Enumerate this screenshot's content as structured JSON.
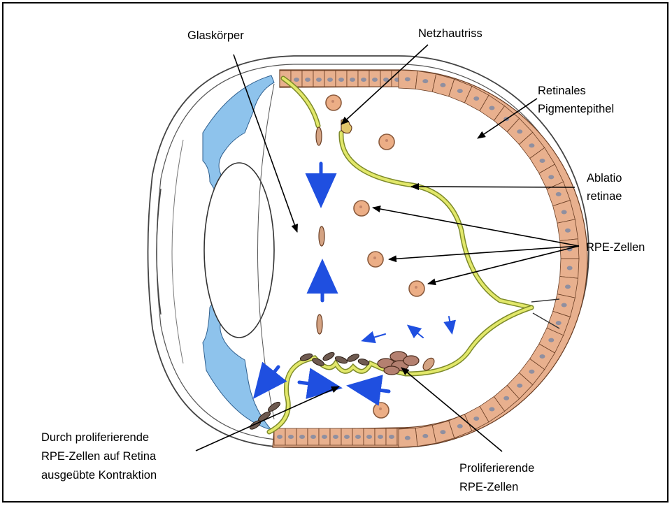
{
  "labels": {
    "vitreous": "Glaskörper",
    "retinal_tear": "Netzhautriss",
    "rpe_line1": "Retinales",
    "rpe_line2": "Pigmentepithel",
    "detachment_line1": "Ablatio",
    "detachment_line2": "retinae",
    "rpe_cells": "RPE-Zellen",
    "contraction_line1": "Durch proliferierende",
    "contraction_line2": "RPE-Zellen auf Retina",
    "contraction_line3": "ausgeübte Kontraktion",
    "proliferating_line1": "Proliferierende",
    "proliferating_line2": "RPE-Zellen"
  },
  "colors": {
    "cornea": "#8ec3ec",
    "rpe_layer": "#e8b08e",
    "rpe_nucleus": "#8f8fa0",
    "retina": "#e2e86a",
    "retina_outline": "#7d8a2a",
    "rpe_cell": "#ecae86",
    "rpe_cell_outline": "#8a5a3c",
    "flow_arrow": "#1f4fe0"
  }
}
